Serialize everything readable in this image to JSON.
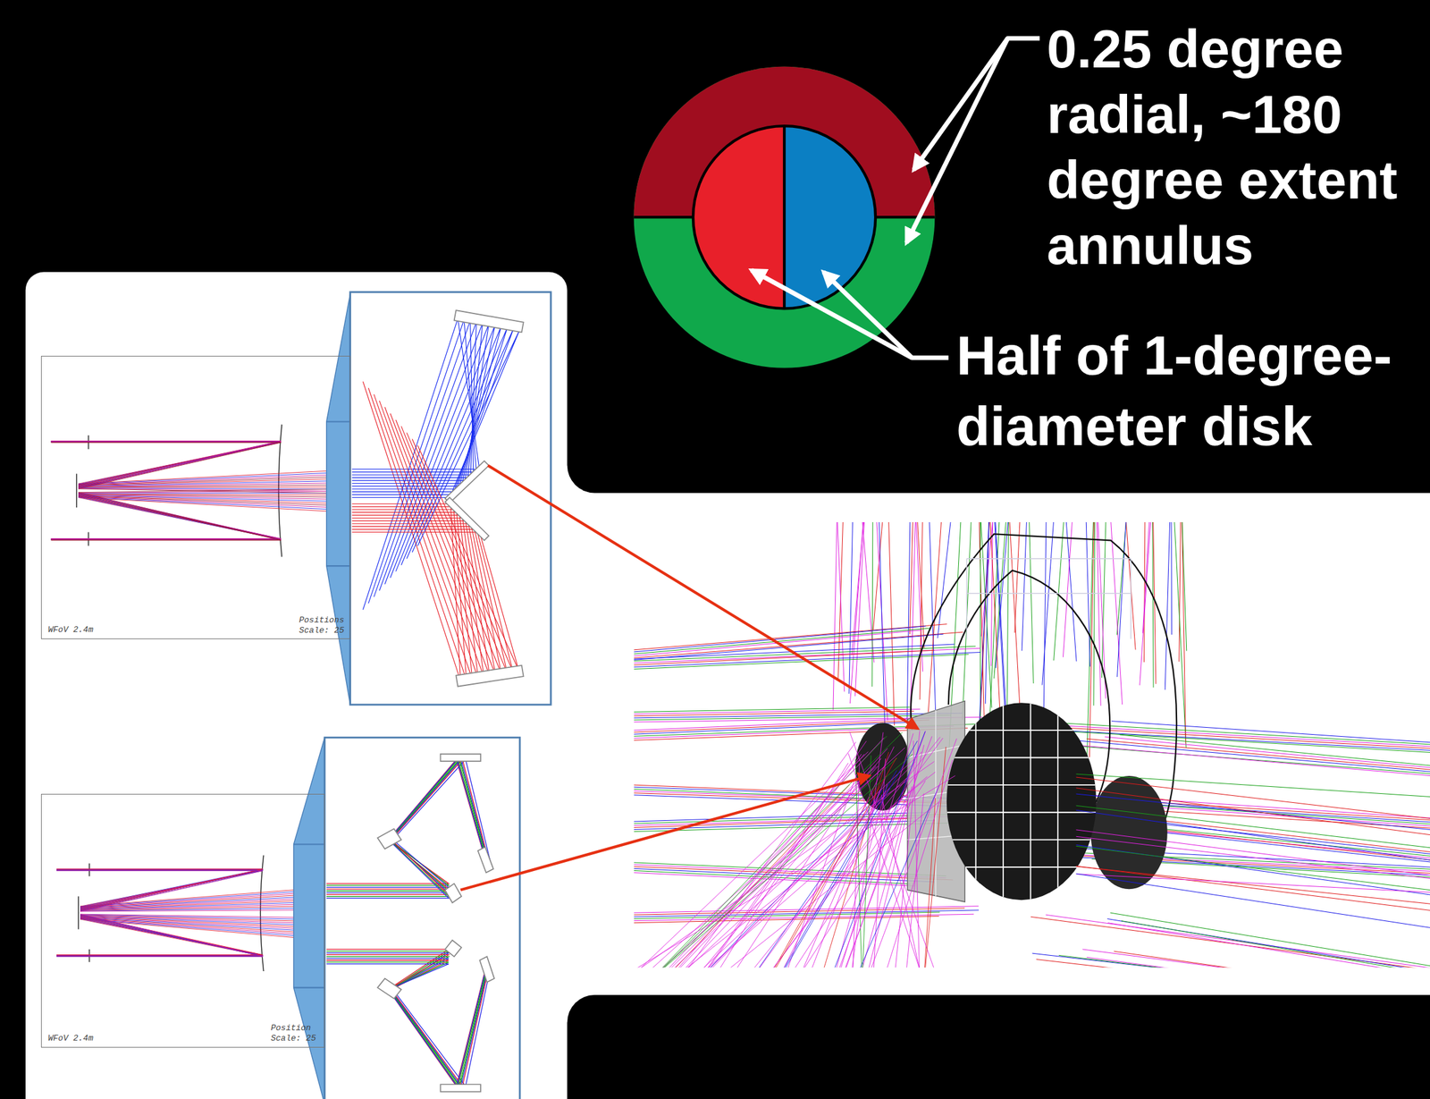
{
  "diagram": {
    "nodes": [
      {
        "text": [
          "WFoV 2.4m",
          "Positions",
          "Scale: 25"
        ]
      },
      {
        "text": [
          "WFoV 2.4m",
          "Position",
          "Scale: 25"
        ]
      }
    ],
    "labels": [
      "0.25 degree radial, ~180 degree extent annulus",
      "Half of 1-degree-diameter disk"
    ]
  }
}
